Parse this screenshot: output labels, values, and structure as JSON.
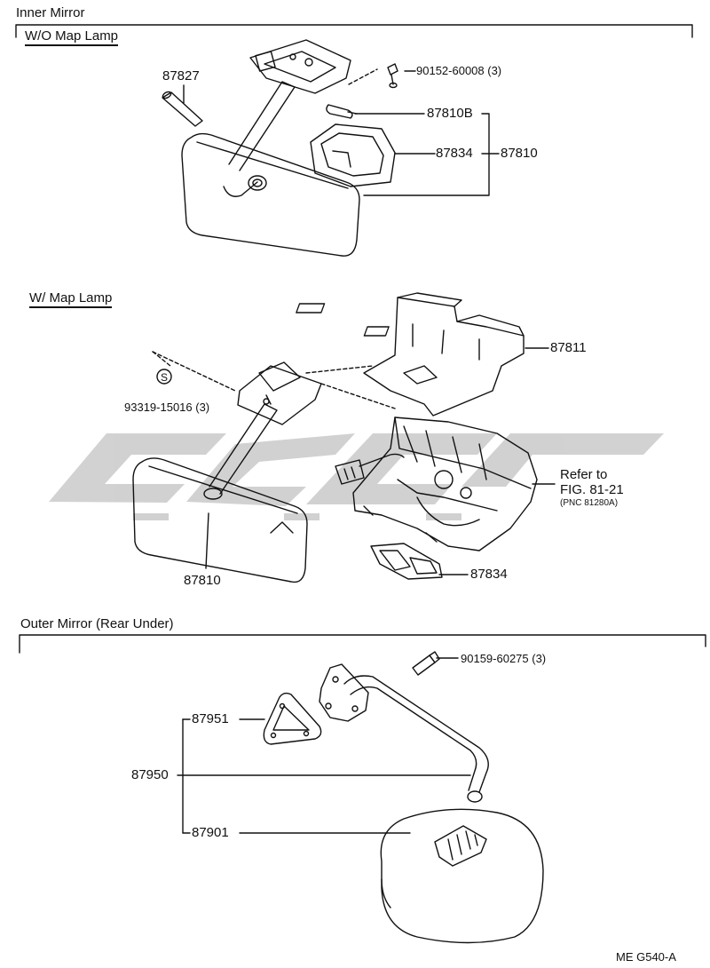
{
  "sections": {
    "inner_mirror": "Inner  Mirror",
    "wo_map_lamp": "W/O Map Lamp",
    "w_map_lamp": "W/ Map Lamp",
    "outer_mirror": "Outer Mirror (Rear Under)"
  },
  "parts": {
    "p87827": "87827",
    "p90152": "90152-60008 (3)",
    "p87810B": "87810B",
    "p87834_a": "87834",
    "p87810_a": "87810",
    "p87811": "87811",
    "p93319": "93319-15016 (3)",
    "s_mark": "S",
    "p87810_b": "87810",
    "p87834_b": "87834",
    "p90159": "90159-60275 (3)",
    "p87951": "87951",
    "p87950": "87950",
    "p87901": "87901"
  },
  "reference": {
    "line1": "Refer to",
    "line2": "FIG. 81-21",
    "line3": "(PNC 81280A)"
  },
  "footer": {
    "code": "ME  G540-A"
  },
  "colors": {
    "ink": "#111111",
    "watermark": "#c8c8c8"
  }
}
